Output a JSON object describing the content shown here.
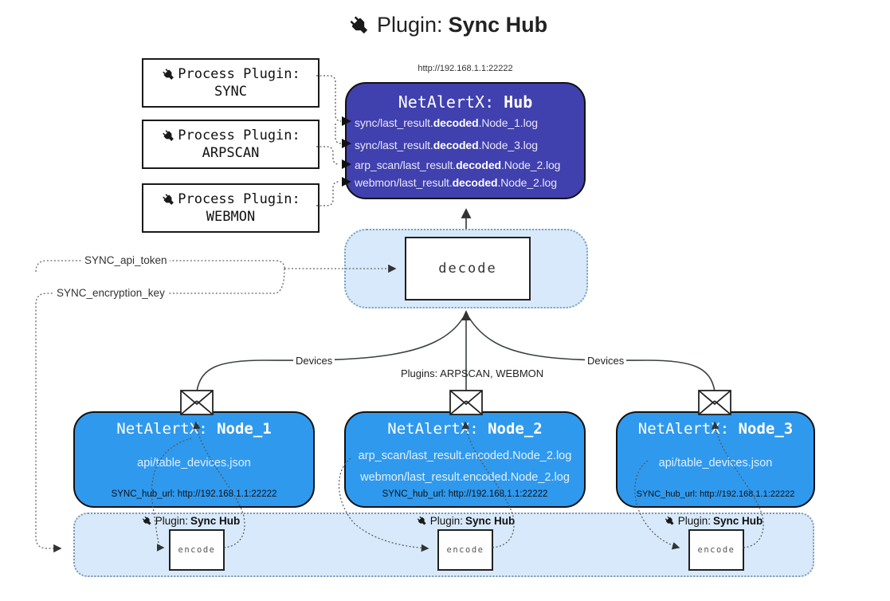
{
  "title": {
    "prefix": "Plugin:",
    "name": "Sync Hub"
  },
  "hub": {
    "url_label": "http://192.168.1.1:22222",
    "title_prefix": "NetAlertX:",
    "title_name": "Hub",
    "log_lines": [
      {
        "pre": "sync/last_result.",
        "bold": "decoded",
        "post": ".Node_1.log"
      },
      {
        "pre": "sync/last_result.",
        "bold": "decoded",
        "post": ".Node_3.log"
      },
      {
        "pre": "arp_scan/last_result.",
        "bold": "decoded",
        "post": ".Node_2.log"
      },
      {
        "pre": "webmon/last_result.",
        "bold": "decoded",
        "post": ".Node_2.log"
      }
    ]
  },
  "process_plugins": [
    {
      "label": "Process Plugin:",
      "name": "SYNC"
    },
    {
      "label": "Process Plugin:",
      "name": "ARPSCAN"
    },
    {
      "label": "Process Plugin:",
      "name": "WEBMON"
    }
  ],
  "decode": {
    "label": "decode"
  },
  "config": {
    "api_token": "SYNC_api_token",
    "encryption_key": "SYNC_encryption_key"
  },
  "edges": {
    "devices_left": "Devices",
    "devices_right": "Devices",
    "plugins_center": "Plugins: ARPSCAN, WEBMON"
  },
  "nodes": [
    {
      "title_prefix": "NetAlertX:",
      "title_name": "Node_1",
      "lines": [
        "api/table_devices.json"
      ],
      "hub_url": "SYNC_hub_url: http://192.168.1.1:22222"
    },
    {
      "title_prefix": "NetAlertX:",
      "title_name": "Node_2",
      "lines": [
        "arp_scan/last_result.encoded.Node_2.log",
        "webmon/last_result.encoded.Node_2.log"
      ],
      "hub_url": "SYNC_hub_url: http://192.168.1.1:22222"
    },
    {
      "title_prefix": "NetAlertX:",
      "title_name": "Node_3",
      "lines": [
        "api/table_devices.json"
      ],
      "hub_url": "SYNC_hub_url: http://192.168.1.1:22222"
    }
  ],
  "encoders": [
    {
      "label_prefix": "Plugin:",
      "label_name": "Sync Hub",
      "box_label": "encode"
    },
    {
      "label_prefix": "Plugin:",
      "label_name": "Sync Hub",
      "box_label": "encode"
    },
    {
      "label_prefix": "Plugin:",
      "label_name": "Sync Hub",
      "box_label": "encode"
    }
  ],
  "colors": {
    "hub_bg": "#4040AE",
    "node_bg": "#2F99EE",
    "panel_bg": "#D7E9FA",
    "panel_border": "#7AA0C0",
    "connector": "#3A3F45"
  }
}
